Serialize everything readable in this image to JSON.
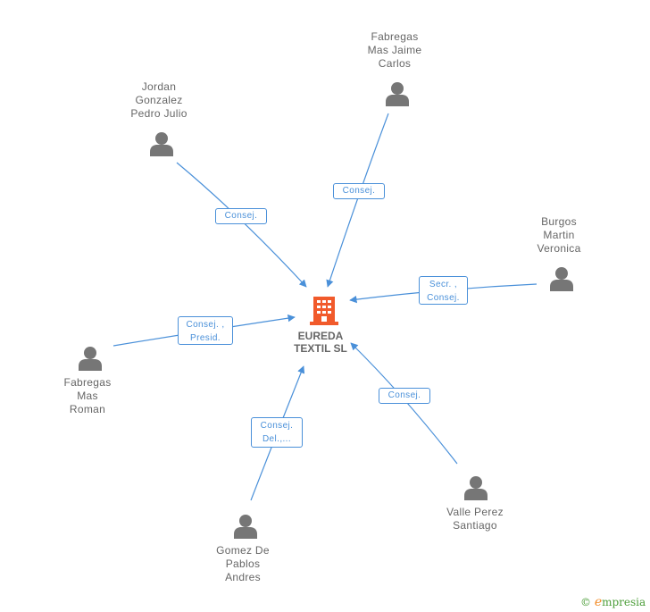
{
  "center": {
    "name": "EUREDA\nTEXTIL SL",
    "color": "#f15a2b"
  },
  "nodes": [
    {
      "name": "Fabregas\nMas Jaime\nCarlos",
      "edge": "Consej."
    },
    {
      "name": "Jordan\nGonzalez\nPedro Julio",
      "edge": "Consej."
    },
    {
      "name": "Burgos\nMartin\nVeronica",
      "edge": "Secr. ,\nConsej."
    },
    {
      "name": "Fabregas\nMas\nRoman",
      "edge": "Consej. ,\nPresid."
    },
    {
      "name": "Gomez De\nPablos\nAndres",
      "edge": "Consej.\nDel.,..."
    },
    {
      "name": "Valle Perez\nSantiago",
      "edge": "Consej."
    }
  ],
  "colors": {
    "edge": "#4a90d9",
    "person": "#767676",
    "text": "#666666"
  },
  "brand": {
    "copyright": "©",
    "e": "e",
    "rest": "mpresia"
  }
}
